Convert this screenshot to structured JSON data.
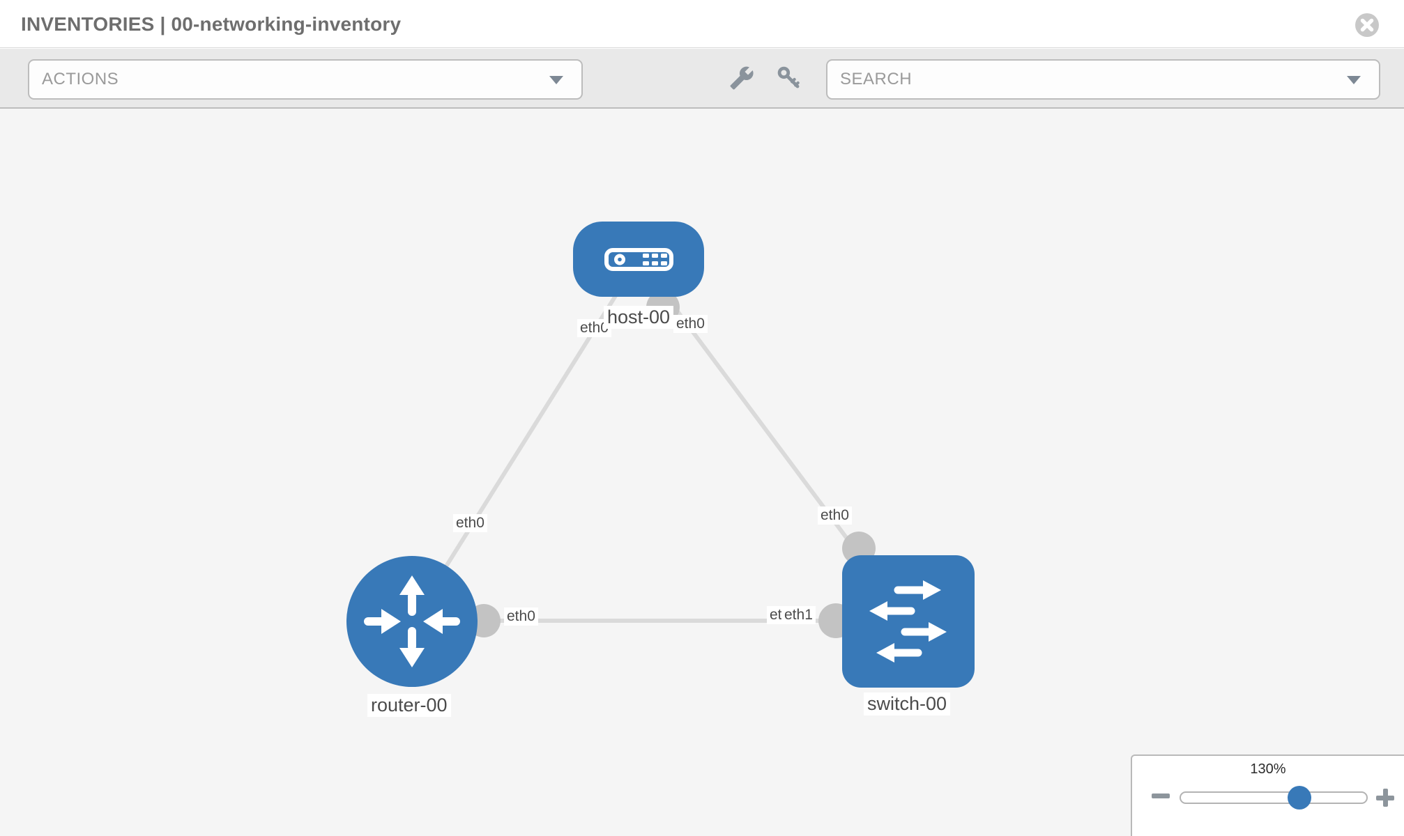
{
  "window": {
    "title": "INVENTORIES | 00-networking-inventory"
  },
  "toolbar": {
    "actions_label": "ACTIONS",
    "search_placeholder": "SEARCH",
    "tool_icons": [
      "wrench",
      "key"
    ]
  },
  "topology": {
    "nodes": [
      {
        "name": "host-00",
        "type": "host",
        "shape": "rounded-rect"
      },
      {
        "name": "router-00",
        "type": "router",
        "shape": "circle"
      },
      {
        "name": "switch-00",
        "type": "switch",
        "shape": "rounded-square"
      }
    ],
    "links": [
      {
        "from": "host-00",
        "from_interface": "eth0",
        "to": "router-00",
        "to_interface": "eth0"
      },
      {
        "from": "host-00",
        "from_interface": "eth0",
        "to": "switch-00",
        "to_interface": "eth0"
      },
      {
        "from": "router-00",
        "from_interface": "eth0",
        "to": "switch-00",
        "to_interface": "eth1",
        "to_interface_back_label": "eth0"
      }
    ]
  },
  "zoom_control": {
    "level": "130%"
  },
  "colors": {
    "node_fill": "#3879b8",
    "link_line": "#dadada",
    "port_circle": "#c3c3c3",
    "slider_knob": "#3879b8",
    "canvas_bg": "#f5f5f5"
  }
}
